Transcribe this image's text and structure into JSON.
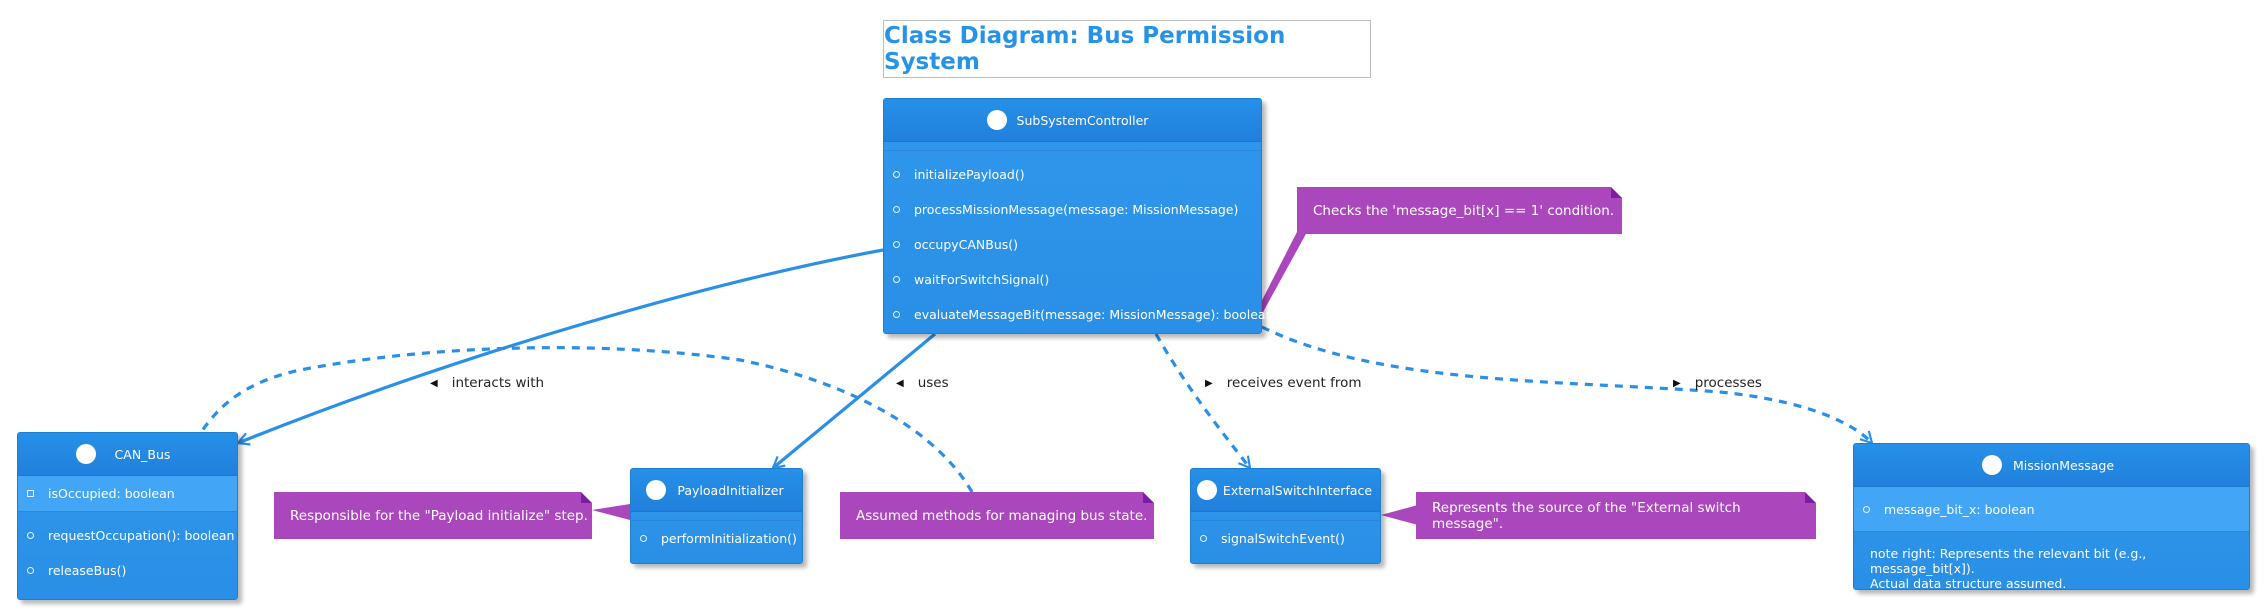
{
  "title": "Class Diagram: Bus Permission System",
  "colors": {
    "class_fill": "#2a8fe6",
    "note_fill": "#ab47bc",
    "link": "#2a8fe6",
    "title": "#2693e8"
  },
  "classes": {
    "subsystem": {
      "name": "SubSystemController",
      "methods": [
        "initializePayload()",
        "processMissionMessage(message: MissionMessage)",
        "occupyCANBus()",
        "waitForSwitchSignal()",
        "evaluateMessageBit(message: MissionMessage): boolean"
      ]
    },
    "canbus": {
      "name": "CAN_Bus",
      "attributes": [
        "isOccupied: boolean"
      ],
      "methods": [
        "requestOccupation(): boolean",
        "releaseBus()"
      ]
    },
    "payload": {
      "name": "PayloadInitializer",
      "methods": [
        "performInitialization()"
      ]
    },
    "external": {
      "name": "ExternalSwitchInterface",
      "methods": [
        "signalSwitchEvent()"
      ]
    },
    "mission": {
      "name": "MissionMessage",
      "attributes": [
        "message_bit_x: boolean"
      ],
      "note_line1": "note right: Represents the relevant bit (e.g., message_bit[x]).",
      "note_line2": "Actual data structure assumed."
    }
  },
  "notes": {
    "evaluate": "Checks the 'message_bit[x] == 1' condition.",
    "payload": "Responsible for the \"Payload initialize\" step.",
    "bus_state": "Assumed methods for managing bus state.",
    "external": "Represents the source of the \"External switch message\"."
  },
  "relations": {
    "interacts": "interacts with",
    "uses": "uses",
    "receives": "receives event from",
    "processes": "processes"
  }
}
